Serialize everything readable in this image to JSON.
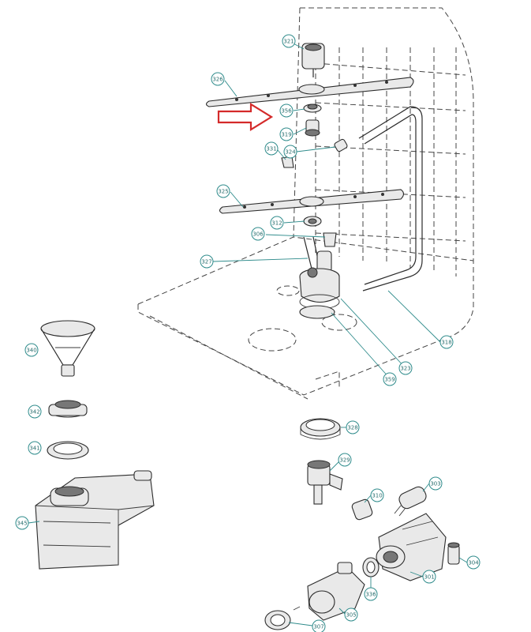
{
  "callouts": [
    {
      "id": "321",
      "label": "321"
    },
    {
      "id": "326",
      "label": "326"
    },
    {
      "id": "356",
      "label": "356"
    },
    {
      "id": "319",
      "label": "319"
    },
    {
      "id": "331",
      "label": "331"
    },
    {
      "id": "324",
      "label": "324"
    },
    {
      "id": "325",
      "label": "325"
    },
    {
      "id": "312",
      "label": "312"
    },
    {
      "id": "306",
      "label": "306"
    },
    {
      "id": "327",
      "label": "327"
    },
    {
      "id": "318",
      "label": "318"
    },
    {
      "id": "323",
      "label": "323"
    },
    {
      "id": "359",
      "label": "359"
    },
    {
      "id": "340",
      "label": "340"
    },
    {
      "id": "342",
      "label": "342"
    },
    {
      "id": "341",
      "label": "341"
    },
    {
      "id": "328",
      "label": "328"
    },
    {
      "id": "329",
      "label": "329"
    },
    {
      "id": "303",
      "label": "303"
    },
    {
      "id": "310",
      "label": "310"
    },
    {
      "id": "345",
      "label": "345"
    },
    {
      "id": "301",
      "label": "301"
    },
    {
      "id": "304",
      "label": "304"
    },
    {
      "id": "336",
      "label": "336"
    },
    {
      "id": "305",
      "label": "305"
    },
    {
      "id": "307",
      "label": "307"
    }
  ],
  "colors": {
    "leader": "#2e8b8b",
    "highlight_arrow": "#d42a2a",
    "line": "#2b2b2b"
  },
  "highlight": {
    "target": "356",
    "icon": "red-outline-arrow-icon"
  }
}
